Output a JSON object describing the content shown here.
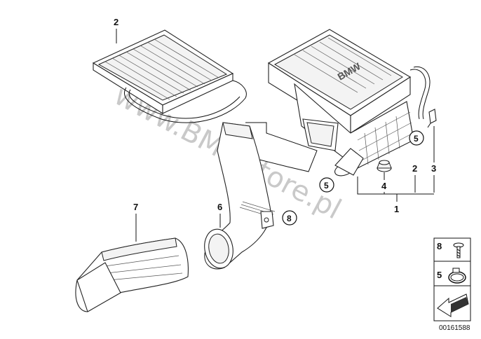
{
  "diagram": {
    "watermark": "www.BMWstore.pl",
    "lid_logo": "BMW",
    "callouts": {
      "filter_element": "2",
      "hose_right": "2",
      "clip": "3",
      "grommet": "4",
      "assembly": "1",
      "intake_snorkel": "7",
      "intake_duct": "6"
    },
    "circled_callouts": {
      "clamp_upper": "5",
      "clamp_lower": "5",
      "screw_duct": "8"
    },
    "legend": {
      "items": [
        {
          "number": "8",
          "icon": "screw-icon"
        },
        {
          "number": "5",
          "icon": "hose-clamp-icon"
        }
      ],
      "arrow_icon": "arrow-down-left-icon"
    },
    "catalog_number": "00161588"
  }
}
